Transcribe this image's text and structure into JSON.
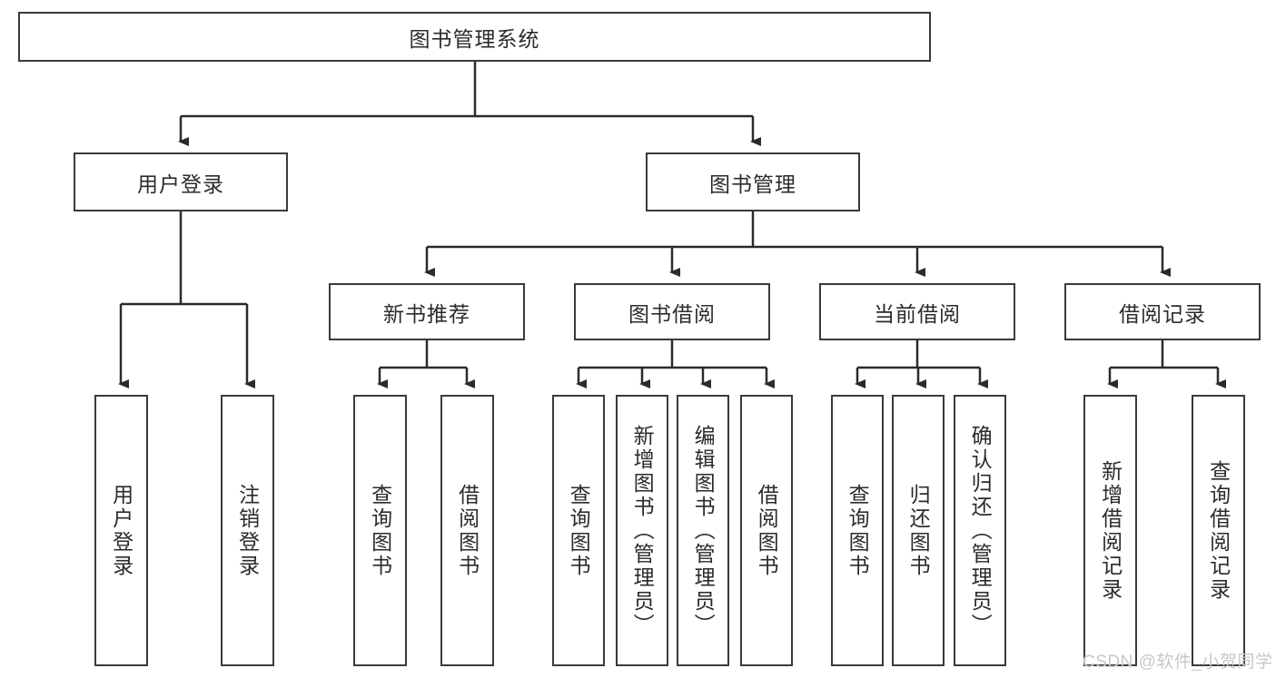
{
  "diagram": {
    "type": "tree-hierarchy",
    "title": "图书管理系统",
    "watermark": "CSDN @软件_小贺同学",
    "colors": {
      "box_border": "#3a3a3a",
      "box_fill": "#ffffff",
      "edge": "#2b2b2b",
      "text": "#2b2b2b",
      "watermark": "#c8c8c8",
      "background": "#ffffff"
    },
    "root": {
      "label": "图书管理系统",
      "orientation": "horizontal"
    },
    "level2": [
      {
        "label": "用户登录",
        "orientation": "horizontal"
      },
      {
        "label": "图书管理",
        "orientation": "horizontal"
      }
    ],
    "level3": [
      {
        "label": "新书推荐",
        "orientation": "horizontal"
      },
      {
        "label": "图书借阅",
        "orientation": "horizontal"
      },
      {
        "label": "当前借阅",
        "orientation": "horizontal"
      },
      {
        "label": "借阅记录",
        "orientation": "horizontal"
      }
    ],
    "leaves": {
      "user_login": [
        {
          "label": "用户登录",
          "orientation": "vertical"
        },
        {
          "label": "注销登录",
          "orientation": "vertical"
        }
      ],
      "new_book_recommend": [
        {
          "label": "查询图书",
          "orientation": "vertical"
        },
        {
          "label": "借阅图书",
          "orientation": "vertical"
        }
      ],
      "book_borrow": [
        {
          "label": "查询图书",
          "orientation": "vertical"
        },
        {
          "label": "新增图书（管理员）",
          "orientation": "vertical"
        },
        {
          "label": "编辑图书（管理员）",
          "orientation": "vertical"
        },
        {
          "label": "借阅图书",
          "orientation": "vertical"
        }
      ],
      "current_borrow": [
        {
          "label": "查询图书",
          "orientation": "vertical"
        },
        {
          "label": "归还图书",
          "orientation": "vertical"
        },
        {
          "label": "确认归还（管理员）",
          "orientation": "vertical"
        }
      ],
      "borrow_record": [
        {
          "label": "新增借阅记录",
          "orientation": "vertical"
        },
        {
          "label": "查询借阅记录",
          "orientation": "vertical"
        }
      ]
    }
  }
}
